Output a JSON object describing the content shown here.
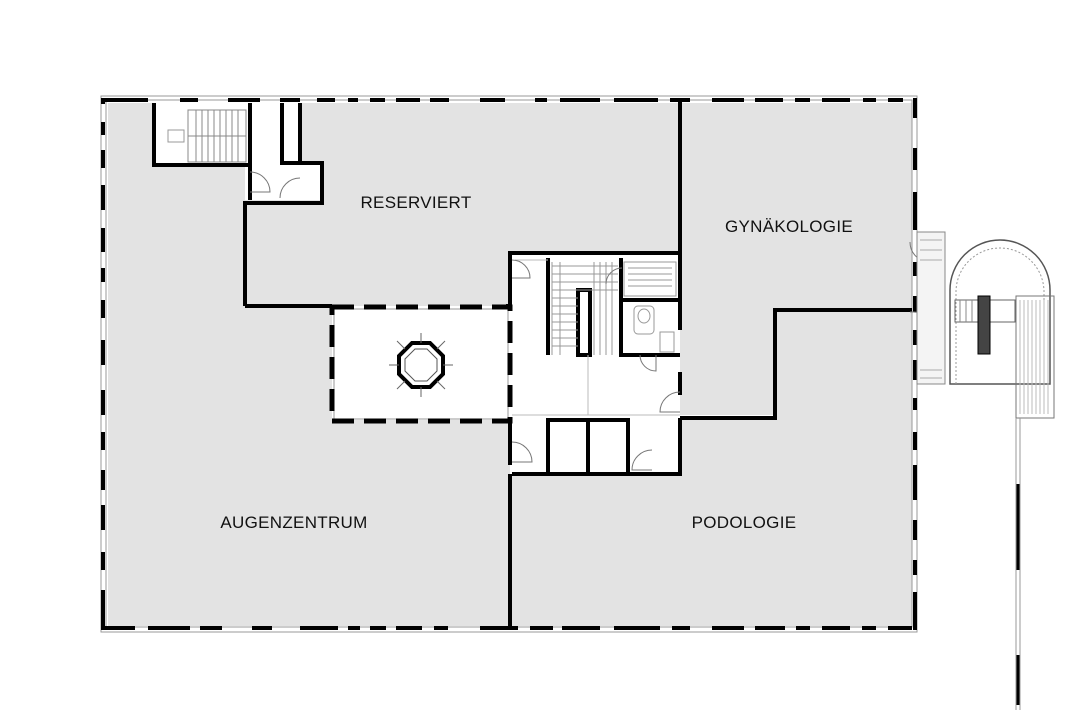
{
  "rooms": {
    "reserviert": "RESERVIERT",
    "gynaekologie": "GYNÄKOLOGIE",
    "augenzentrum": "AUGENZENTRUM",
    "podologie": "PODOLOGIE"
  },
  "colors": {
    "room_fill": "#e3e3e3",
    "wall": "#000000",
    "thin_line": "#9a9a9a",
    "background": "#ffffff"
  }
}
